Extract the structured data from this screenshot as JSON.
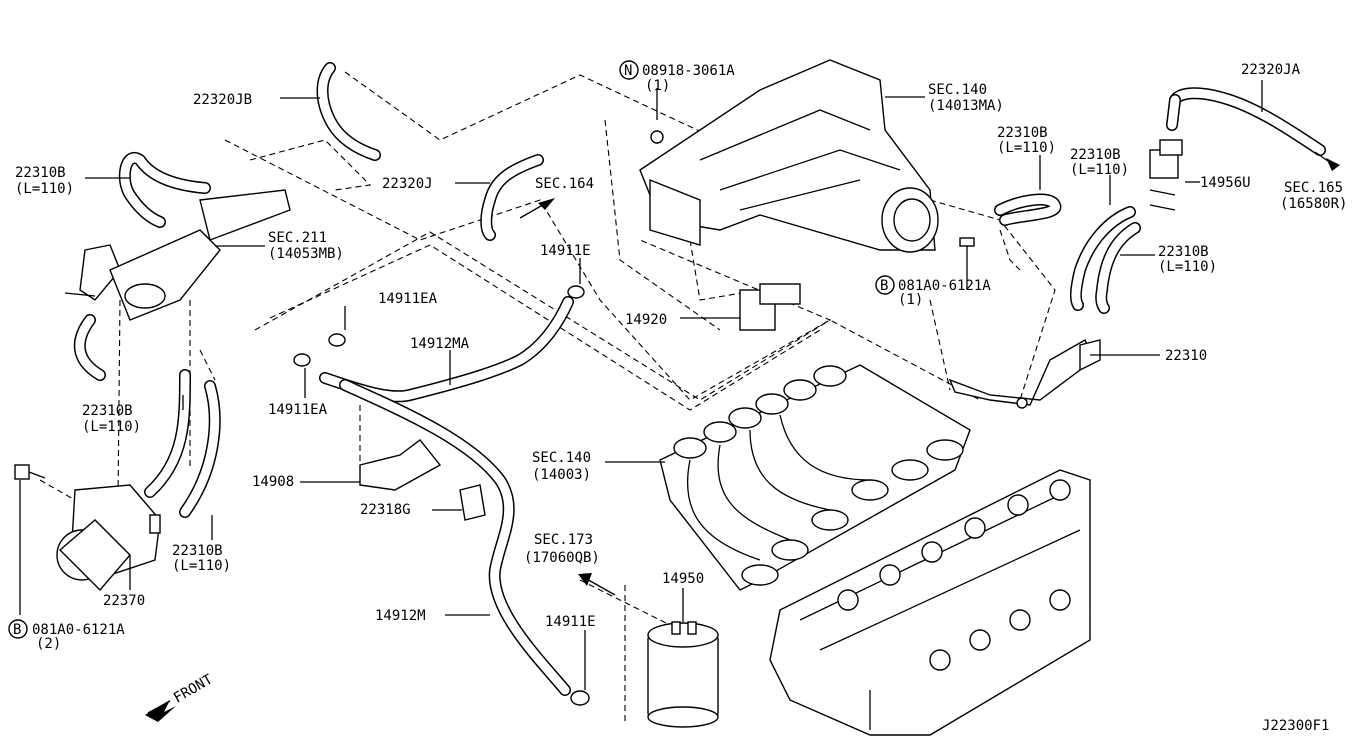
{
  "diagram_code": "J22300F1",
  "callouts": [
    {
      "id": "c-22320JB",
      "text": "22320JB"
    },
    {
      "id": "c-22310B-a",
      "text": "22310B"
    },
    {
      "id": "c-22310B-a-len",
      "text": "(L=110)"
    },
    {
      "id": "c-sec211",
      "text": "SEC.211"
    },
    {
      "id": "c-sec211-ref",
      "text": "(14053MB)"
    },
    {
      "id": "c-22320J",
      "text": "22320J"
    },
    {
      "id": "c-sec164",
      "text": "SEC.164"
    },
    {
      "id": "c-n08918",
      "text": "08918-3061A"
    },
    {
      "id": "c-n08918-qty",
      "text": "(1)"
    },
    {
      "id": "c-sec140-top",
      "text": "SEC.140"
    },
    {
      "id": "c-sec140-top-ref",
      "text": "(14013MA)"
    },
    {
      "id": "c-22310B-b",
      "text": "22310B"
    },
    {
      "id": "c-22310B-b-len",
      "text": "(L=110)"
    },
    {
      "id": "c-22310B-c",
      "text": "22310B"
    },
    {
      "id": "c-22310B-c-len",
      "text": "(L=110)"
    },
    {
      "id": "c-22320JA",
      "text": "22320JA"
    },
    {
      "id": "c-14956U",
      "text": "14956U"
    },
    {
      "id": "c-sec165",
      "text": "SEC.165"
    },
    {
      "id": "c-sec165-ref",
      "text": "(16580R)"
    },
    {
      "id": "c-22310B-d",
      "text": "22310B"
    },
    {
      "id": "c-22310B-d-len",
      "text": "(L=110)"
    },
    {
      "id": "c-14911E-top",
      "text": "14911E"
    },
    {
      "id": "c-14911EA-top",
      "text": "14911EA"
    },
    {
      "id": "c-14912MA",
      "text": "14912MA"
    },
    {
      "id": "c-14920",
      "text": "14920"
    },
    {
      "id": "c-b081A0-right",
      "text": "081A0-6121A"
    },
    {
      "id": "c-b081A0-right-qty",
      "text": "(1)"
    },
    {
      "id": "c-22310",
      "text": "22310"
    },
    {
      "id": "c-22310B-e",
      "text": "22310B"
    },
    {
      "id": "c-22310B-e-len",
      "text": "(L=110)"
    },
    {
      "id": "c-14911EA-left",
      "text": "14911EA"
    },
    {
      "id": "c-sec140-mid",
      "text": "SEC.140"
    },
    {
      "id": "c-sec140-mid-ref",
      "text": "(14003)"
    },
    {
      "id": "c-14908",
      "text": "14908"
    },
    {
      "id": "c-22318G",
      "text": "22318G"
    },
    {
      "id": "c-22310B-f",
      "text": "22310B"
    },
    {
      "id": "c-22310B-f-len",
      "text": "(L=110)"
    },
    {
      "id": "c-sec173",
      "text": "SEC.173"
    },
    {
      "id": "c-sec173-ref",
      "text": "(17060QB)"
    },
    {
      "id": "c-22370",
      "text": "22370"
    },
    {
      "id": "c-14950",
      "text": "14950"
    },
    {
      "id": "c-b081A0-left",
      "text": "081A0-6121A"
    },
    {
      "id": "c-b081A0-left-qty",
      "text": "(2)"
    },
    {
      "id": "c-14912M",
      "text": "14912M"
    },
    {
      "id": "c-14911E-bottom",
      "text": "14911E"
    },
    {
      "id": "c-front",
      "text": "FRONT"
    }
  ],
  "markers": {
    "n": "N",
    "b_right": "B",
    "b_left": "B"
  }
}
